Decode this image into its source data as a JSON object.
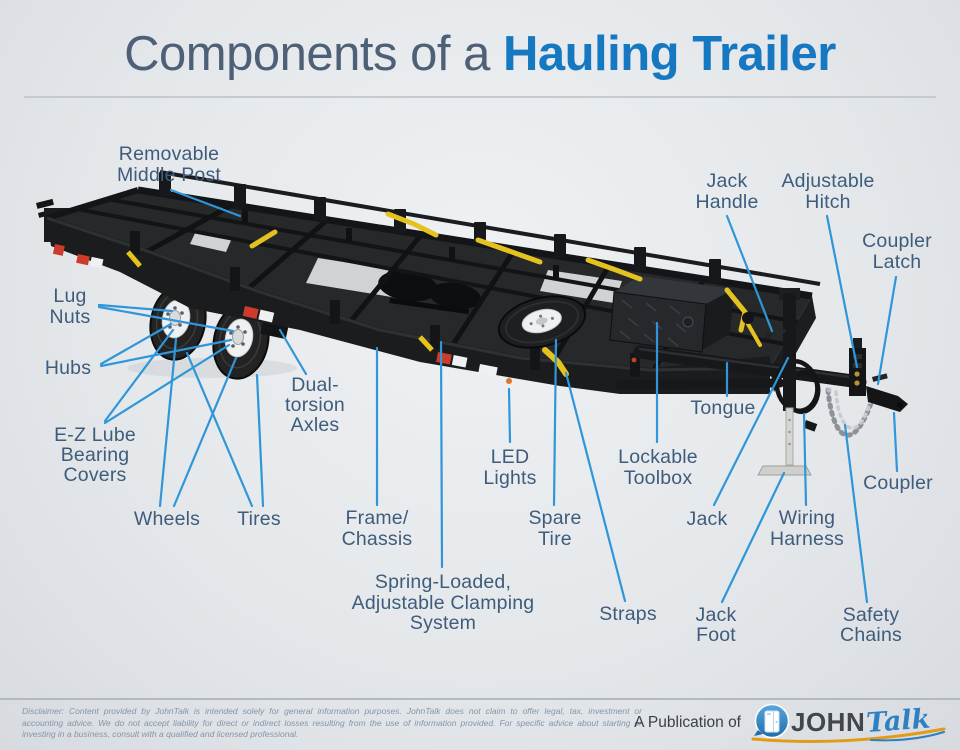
{
  "title": {
    "prefix": "Components of a",
    "highlight": "Hauling Trailer"
  },
  "colors": {
    "label_text": "#3e5c7b",
    "leader": "#2e96d9",
    "title_prefix": "#4e6077",
    "title_highlight": "#1778c2",
    "strap_yellow": "#e5c31f",
    "reflector_red": "#cf3b2b",
    "trailer_black": "#17181a",
    "rim_white": "#eef0f1",
    "chain_silver": "#c7cbd0",
    "logo_blue": "#2f80c3",
    "logo_dark": "#42474d",
    "logo_orange": "#e39b17",
    "disclaimer": "#8495a9",
    "divider": "#c5cad1"
  },
  "labels": {
    "removable_middle_post": {
      "lines": [
        "Removable",
        "Middle Post"
      ]
    },
    "jack_handle": {
      "lines": [
        "Jack",
        "Handle"
      ]
    },
    "adjustable_hitch": {
      "lines": [
        "Adjustable",
        "Hitch"
      ]
    },
    "coupler_latch": {
      "lines": [
        "Coupler",
        "Latch"
      ]
    },
    "lug_nuts": {
      "lines": [
        "Lug",
        "Nuts"
      ]
    },
    "hubs": {
      "lines": [
        "Hubs"
      ]
    },
    "ez_lube_bearing_covers": {
      "lines": [
        "E-Z Lube",
        "Bearing",
        "Covers"
      ]
    },
    "dual_torsion_axles": {
      "lines": [
        "Dual-",
        "torsion",
        "Axles"
      ]
    },
    "wheels": {
      "lines": [
        "Wheels"
      ]
    },
    "tires": {
      "lines": [
        "Tires"
      ]
    },
    "frame_chassis": {
      "lines": [
        "Frame/",
        "Chassis"
      ]
    },
    "spring_loaded_clamping": {
      "lines": [
        "Spring-Loaded,",
        "Adjustable Clamping",
        "System"
      ]
    },
    "led_lights": {
      "lines": [
        "LED",
        "Lights"
      ]
    },
    "spare_tire": {
      "lines": [
        "Spare",
        "Tire"
      ]
    },
    "straps": {
      "lines": [
        "Straps"
      ]
    },
    "lockable_toolbox": {
      "lines": [
        "Lockable",
        "Toolbox"
      ]
    },
    "tongue": {
      "lines": [
        "Tongue"
      ]
    },
    "jack": {
      "lines": [
        "Jack"
      ]
    },
    "wiring_harness": {
      "lines": [
        "Wiring",
        "Harness"
      ]
    },
    "jack_foot": {
      "lines": [
        "Jack",
        "Foot"
      ]
    },
    "safety_chains": {
      "lines": [
        "Safety",
        "Chains"
      ]
    },
    "coupler": {
      "lines": [
        "Coupler"
      ]
    }
  },
  "footer": {
    "disclaimer": [
      "Disclaimer: Content provided by JohnTalk is intended solely for general information purposes. JohnTalk does not claim to offer legal, tax, investment or",
      "accounting advice. We do not accept liability for direct or indirect losses resulting from the use of information provided. For specific advice about starting or",
      "investing in a business, consult with a qualified and licensed professional."
    ],
    "publication_text": "A Publication of",
    "logo": {
      "word1": "JOHN",
      "word2": "Talk",
      "icon": "porta-potty-bubble-icon"
    }
  }
}
